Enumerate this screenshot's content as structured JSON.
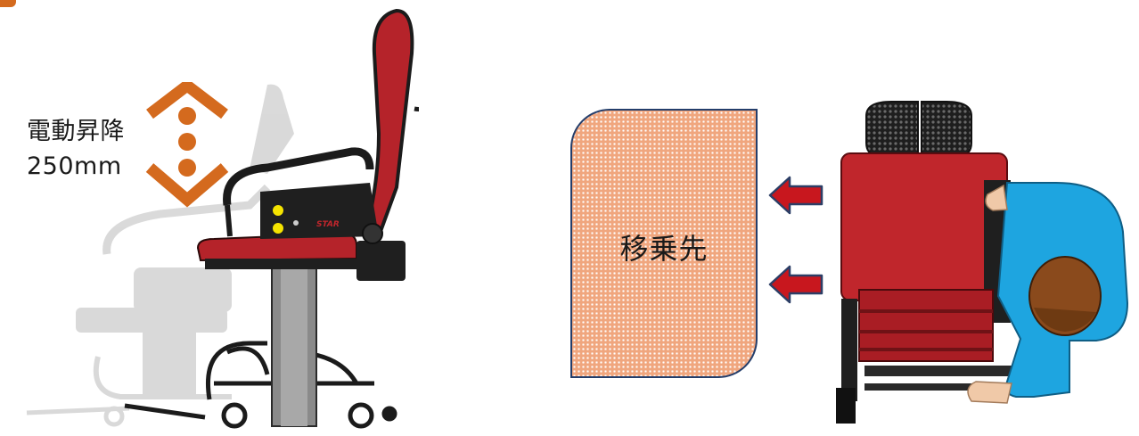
{
  "lift": {
    "title": "電動昇降",
    "range": "250mm"
  },
  "destination": {
    "label": "移乗先"
  },
  "colors": {
    "accent_orange": "#d46a1e",
    "chair_red": "#c0262c",
    "arrow_red": "#c8171e",
    "arrow_outline": "#2c3e66",
    "destination_fill": "#f0a67e",
    "person_shirt": "#1ea5e0",
    "person_hair": "#8a4a1c"
  },
  "icons": {
    "lift_indicator": "up-down-chevron-dots-icon",
    "transfer": "left-arrow-icon"
  }
}
